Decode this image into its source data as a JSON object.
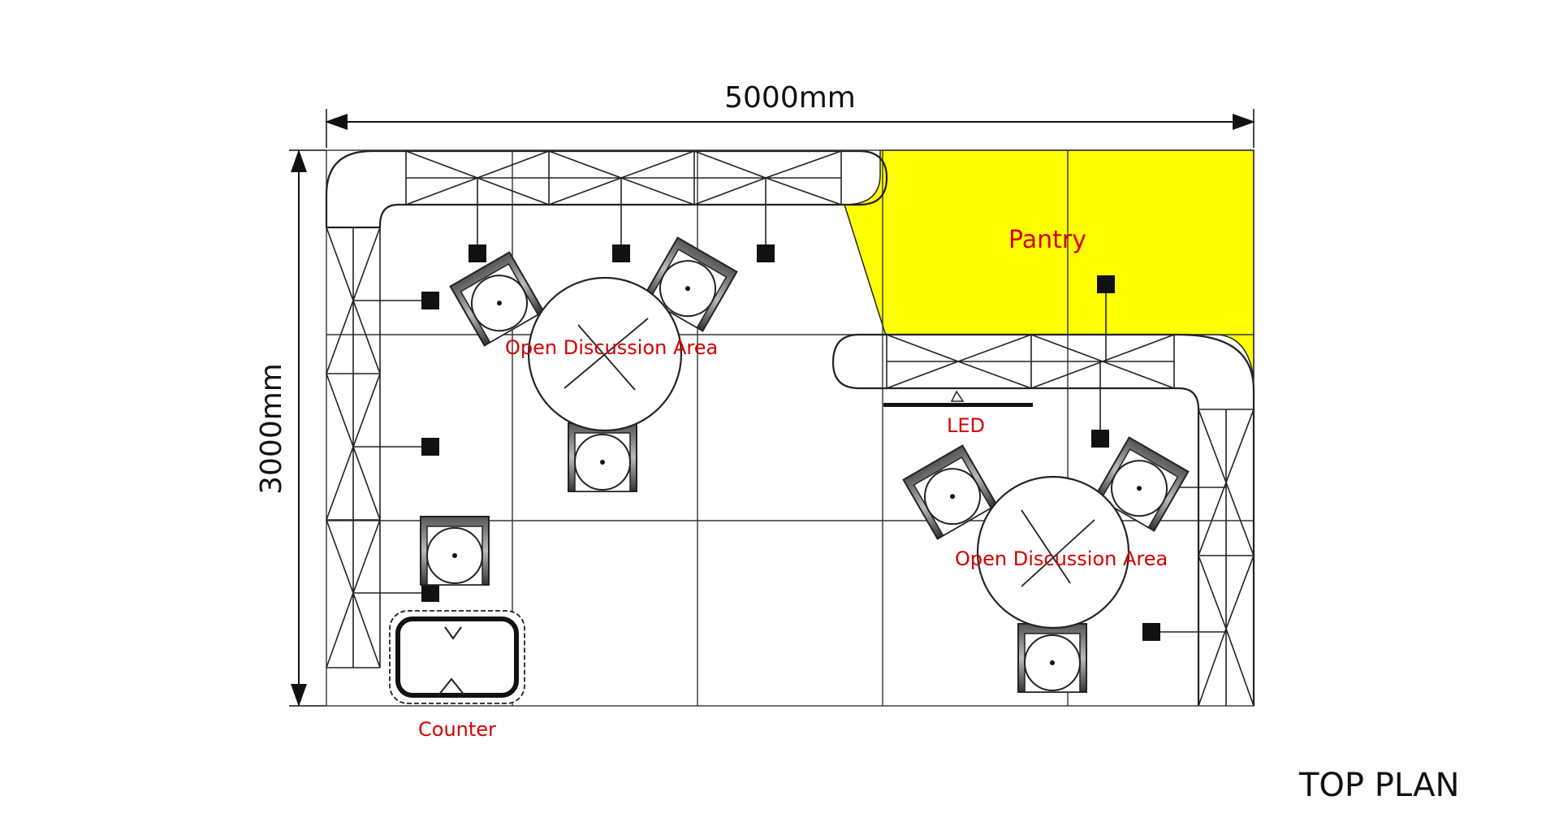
{
  "labels": {
    "width_dim": "5000mm",
    "height_dim": "3000mm",
    "pantry": "Pantry",
    "open_area_1": "Open Discussion Area",
    "open_area_2": "Open Discussion Area",
    "led": "LED",
    "counter": "Counter",
    "title": "TOP PLAN"
  },
  "colors": {
    "pantry_fill": "#ffff00",
    "label_red": "#d40000",
    "line": "#222222"
  }
}
